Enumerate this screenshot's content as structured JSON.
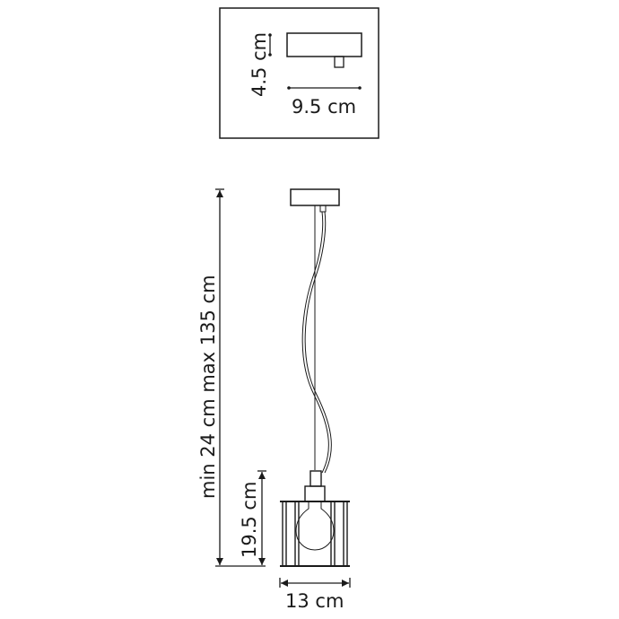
{
  "canopy_detail": {
    "height_label": "4.5 cm",
    "width_label": "9.5 cm"
  },
  "pendant": {
    "total_height_label": "min 24 cm max 135 cm",
    "shade_height_label": "19.5 cm",
    "shade_width_label": "13 cm"
  },
  "colors": {
    "line": "#1a1a1a",
    "background": "#ffffff"
  }
}
